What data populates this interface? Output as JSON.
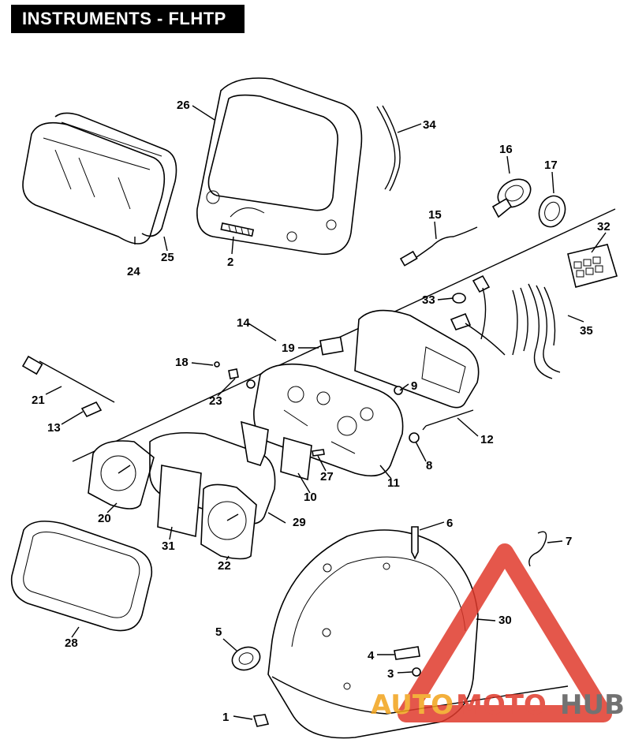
{
  "title": "INSTRUMENTS - FLHTP",
  "callouts": [
    "1",
    "2",
    "3",
    "4",
    "5",
    "6",
    "7",
    "8",
    "9",
    "10",
    "11",
    "12",
    "13",
    "14",
    "15",
    "16",
    "17",
    "18",
    "19",
    "20",
    "21",
    "22",
    "23",
    "24",
    "25",
    "26",
    "27",
    "28",
    "29",
    "30",
    "31",
    "32",
    "33",
    "34",
    "35"
  ],
  "watermark": {
    "part1": "AUTO",
    "part2": "MOTO",
    "part3": "HUB"
  },
  "colors": {
    "watermark_red": "#e03a2c",
    "watermark_orange": "#f2a31b",
    "watermark_gray": "#5a5a5a",
    "line": "#000000"
  }
}
